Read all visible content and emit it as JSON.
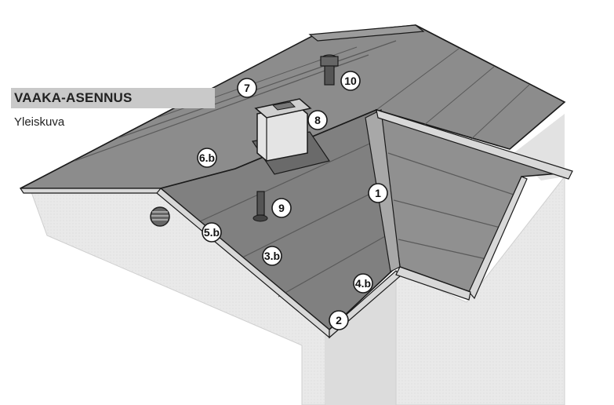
{
  "header": {
    "title": "VAAKA-ASENNUS",
    "subtitle": "Yleiskuva"
  },
  "callouts": [
    {
      "id": "c1",
      "label": "1"
    },
    {
      "id": "c2",
      "label": "2"
    },
    {
      "id": "c3b",
      "label": "3.b"
    },
    {
      "id": "c4b",
      "label": "4.b"
    },
    {
      "id": "c5b",
      "label": "5.b"
    },
    {
      "id": "c6b",
      "label": "6.b"
    },
    {
      "id": "c7",
      "label": "7"
    },
    {
      "id": "c8",
      "label": "8"
    },
    {
      "id": "c9",
      "label": "9"
    },
    {
      "id": "c10",
      "label": "10"
    }
  ],
  "colors": {
    "roof": "#8c8c8c",
    "roof_dark": "#7a7a7a",
    "wall": "#e6e6e6",
    "outline": "#1a1a1a",
    "callout_fill": "#ffffff"
  }
}
